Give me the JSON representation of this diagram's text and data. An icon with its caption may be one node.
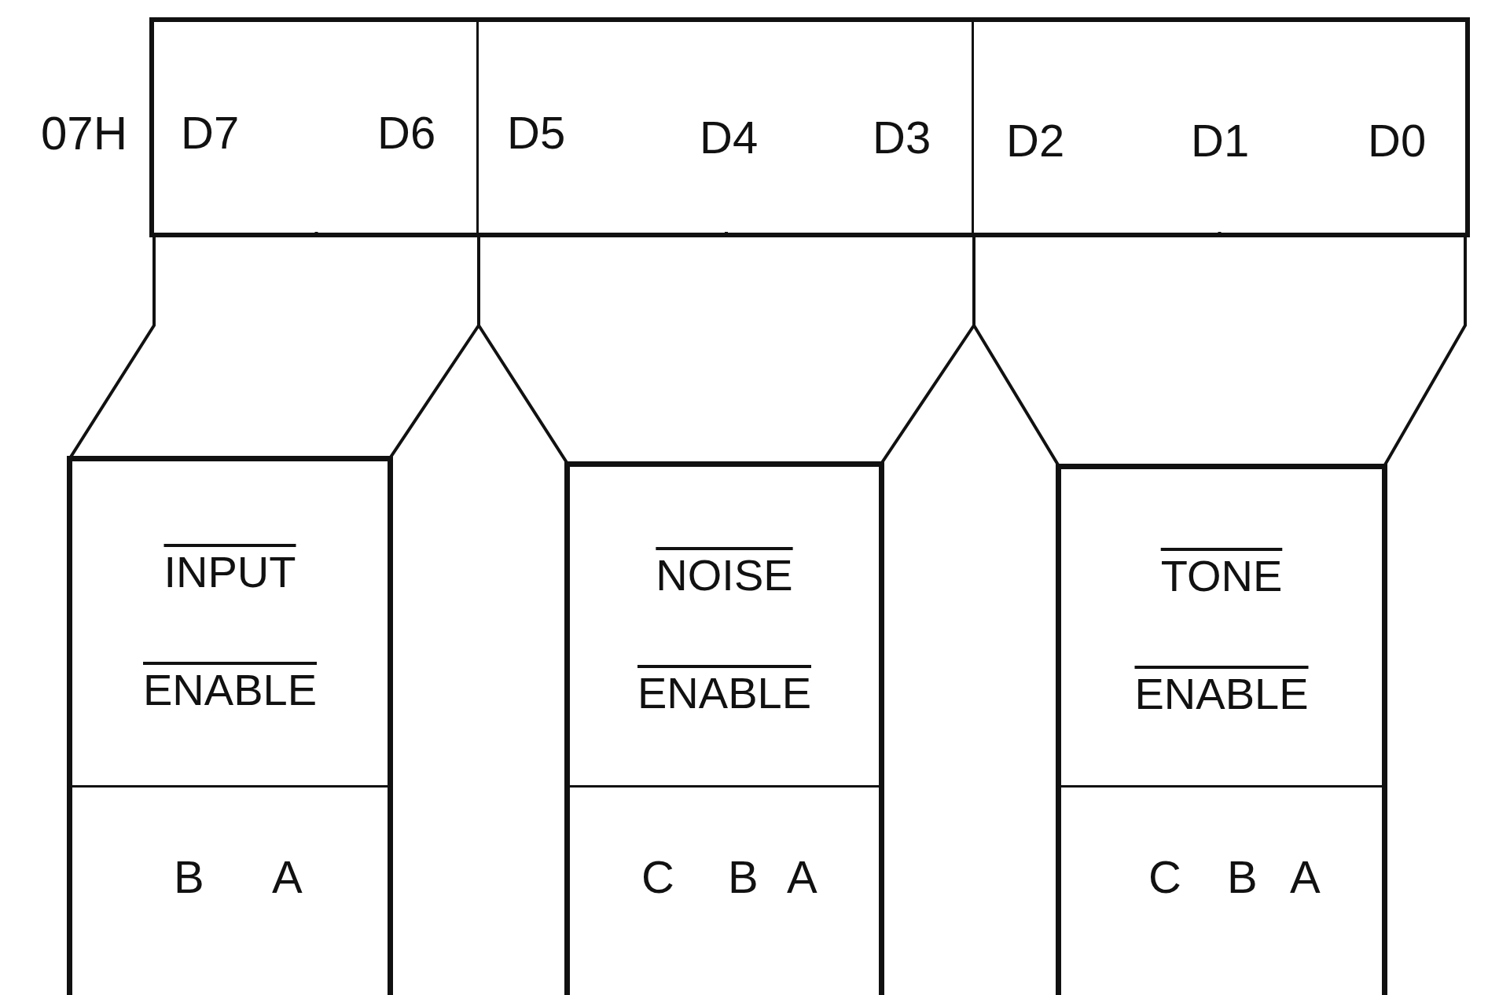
{
  "diagram": {
    "nodes": [
      {
        "text": [
          "07H"
        ]
      },
      {
        "text": [
          "D7",
          "D6"
        ],
        "in": 0
      },
      {
        "text": [
          "D5",
          "D4",
          "D3"
        ],
        "in": 0
      },
      {
        "text": [
          "D2",
          "D1",
          "D0"
        ],
        "in": 0
      },
      {
        "text": [],
        "shape": "box"
      },
      {
        "text": [
          "INPUT ENABLE"
        ],
        "in": 4
      },
      {
        "text": [
          "B",
          "A"
        ],
        "in": 4
      },
      {
        "text": [],
        "shape": "box"
      },
      {
        "text": [
          "NOISE ENABLE"
        ],
        "in": 7
      },
      {
        "text": [
          "C",
          "B",
          "A"
        ],
        "in": 7
      },
      {
        "text": [],
        "shape": "box"
      },
      {
        "text": [
          "TONE ENABLE"
        ],
        "in": 10
      },
      {
        "text": [
          "C",
          "B",
          "A"
        ],
        "in": 10
      }
    ],
    "edges": [
      {
        "from": 1,
        "to": 4,
        "arrow": "none"
      },
      {
        "from": 2,
        "to": 7,
        "arrow": "none"
      },
      {
        "from": 3,
        "to": 10,
        "arrow": "none"
      }
    ]
  }
}
